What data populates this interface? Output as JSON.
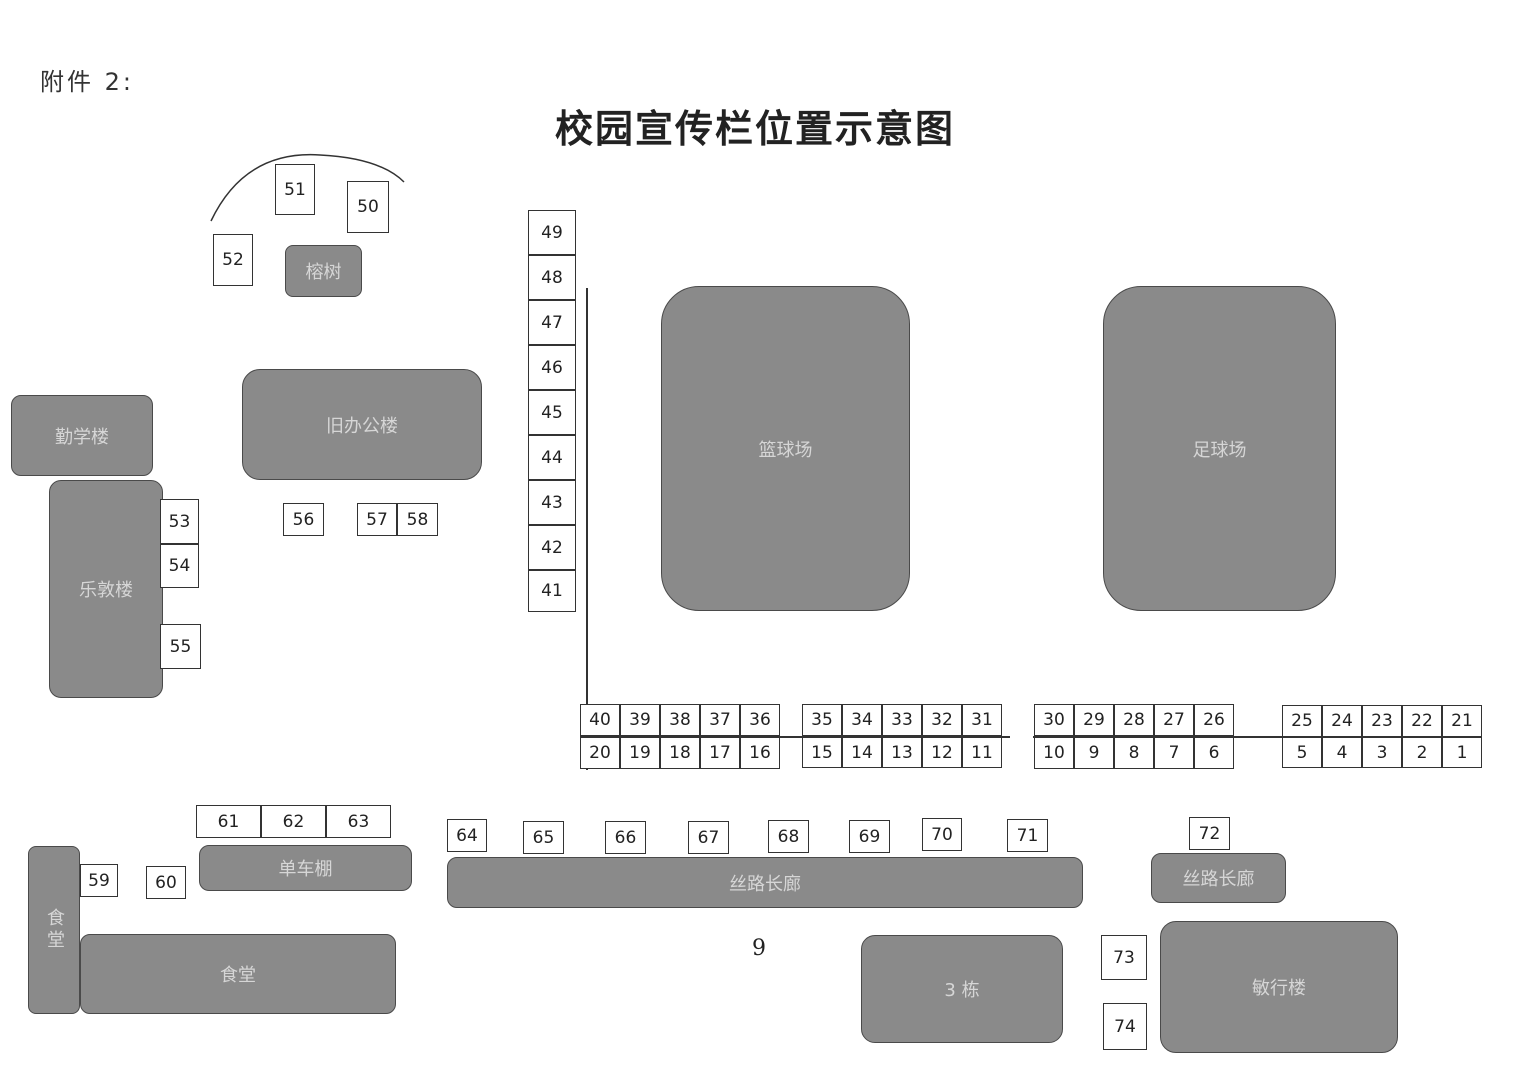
{
  "header": {
    "annex_label": "附件 2:",
    "title": "校园宣传栏位置示意图",
    "page_number": "9"
  },
  "buildings": {
    "banyan": "榕树",
    "qinxue": "勤学楼",
    "old_office": "旧办公楼",
    "basketball": "篮球场",
    "football": "足球场",
    "ledun": "乐敦楼",
    "canteen_side": "食堂",
    "bike_shed": "单车棚",
    "canteen": "食堂",
    "silk_road_long": "丝路长廊",
    "silk_road_short": "丝路长廊",
    "building_3": "3 栋",
    "minxing": "敏行楼"
  },
  "boards": {
    "b1": "1",
    "b2": "2",
    "b3": "3",
    "b4": "4",
    "b5": "5",
    "b6": "6",
    "b7": "7",
    "b8": "8",
    "b9": "9",
    "b10": "10",
    "b11": "11",
    "b12": "12",
    "b13": "13",
    "b14": "14",
    "b15": "15",
    "b16": "16",
    "b17": "17",
    "b18": "18",
    "b19": "19",
    "b20": "20",
    "b21": "21",
    "b22": "22",
    "b23": "23",
    "b24": "24",
    "b25": "25",
    "b26": "26",
    "b27": "27",
    "b28": "28",
    "b29": "29",
    "b30": "30",
    "b31": "31",
    "b32": "32",
    "b33": "33",
    "b34": "34",
    "b35": "35",
    "b36": "36",
    "b37": "37",
    "b38": "38",
    "b39": "39",
    "b40": "40",
    "b41": "41",
    "b42": "42",
    "b43": "43",
    "b44": "44",
    "b45": "45",
    "b46": "46",
    "b47": "47",
    "b48": "48",
    "b49": "49",
    "b50": "50",
    "b51": "51",
    "b52": "52",
    "b53": "53",
    "b54": "54",
    "b55": "55",
    "b56": "56",
    "b57": "57",
    "b58": "58",
    "b59": "59",
    "b60": "60",
    "b61": "61",
    "b62": "62",
    "b63": "63",
    "b64": "64",
    "b65": "65",
    "b66": "66",
    "b67": "67",
    "b68": "68",
    "b69": "69",
    "b70": "70",
    "b71": "71",
    "b72": "72",
    "b73": "73",
    "b74": "74"
  }
}
